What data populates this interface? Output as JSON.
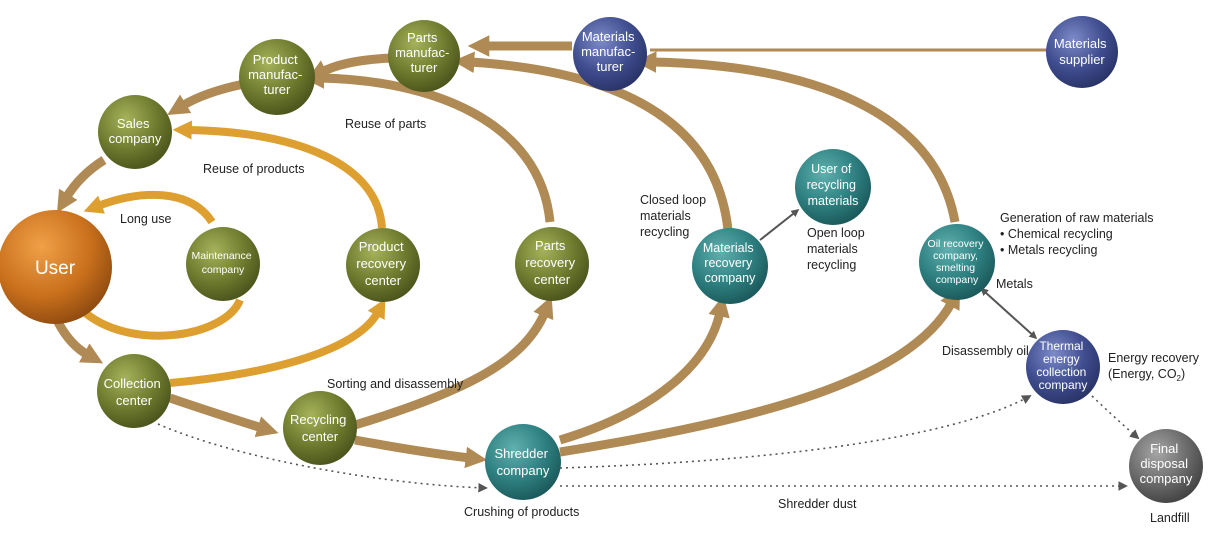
{
  "nodes": {
    "user": {
      "lines": [
        "User"
      ]
    },
    "maintenance": {
      "lines": [
        "Maintenance",
        "company"
      ]
    },
    "sales": {
      "lines": [
        "Sales",
        "company"
      ]
    },
    "product_manufacturer": {
      "lines": [
        "Product",
        "manufac-",
        "turer"
      ]
    },
    "parts_manufacturer": {
      "lines": [
        "Parts",
        "manufac-",
        "turer"
      ]
    },
    "materials_manufacturer": {
      "lines": [
        "Materials",
        "manufac-",
        "turer"
      ]
    },
    "materials_supplier": {
      "lines": [
        "Materials",
        "supplier"
      ]
    },
    "product_recovery": {
      "lines": [
        "Product",
        "recovery",
        "center"
      ]
    },
    "parts_recovery": {
      "lines": [
        "Parts",
        "recovery",
        "center"
      ]
    },
    "materials_recovery": {
      "lines": [
        "Materials",
        "recovery",
        "company"
      ]
    },
    "recycling_user": {
      "lines": [
        "User of",
        "recycling",
        "materials"
      ]
    },
    "oil_recovery": {
      "lines": [
        "Oil recovery",
        "company,",
        "smelting",
        "company"
      ]
    },
    "thermal": {
      "lines": [
        "Thermal",
        "energy",
        "collection",
        "company"
      ]
    },
    "collection": {
      "lines": [
        "Collection",
        "center"
      ]
    },
    "recycling_center": {
      "lines": [
        "Recycling",
        "center"
      ]
    },
    "shredder": {
      "lines": [
        "Shredder",
        "company"
      ]
    },
    "final_disposal": {
      "lines": [
        "Final",
        "disposal",
        "company"
      ]
    }
  },
  "annotations": {
    "long_use": "Long use",
    "reuse_products": "Reuse of products",
    "reuse_parts": "Reuse of parts",
    "closed_loop": [
      "Closed loop",
      "materials",
      "recycling"
    ],
    "open_loop": [
      "Open loop",
      "materials",
      "recycling"
    ],
    "generation": "Generation of raw materials",
    "chemical": "• Chemical recycling",
    "metals_recycling": "• Metals recycling",
    "metals": "Metals",
    "disassembly_oil": "Disassembly oil",
    "energy_recovery": "Energy recovery",
    "energy_co2": "(Energy, CO",
    "co2_sub": "2",
    "energy_close": ")",
    "sorting": "Sorting and disassembly",
    "crushing": "Crushing of products",
    "shredder_dust": "Shredder dust",
    "landfill": "Landfill"
  },
  "colors": {
    "flow_brown": "#B08A55",
    "flow_orange": "#DDA030",
    "node_olive": "#6E7A2E",
    "node_teal": "#2E7F80",
    "node_navy": "#3F4D8F",
    "node_gray": "#6A6A6A",
    "node_user": "#C9701C"
  }
}
